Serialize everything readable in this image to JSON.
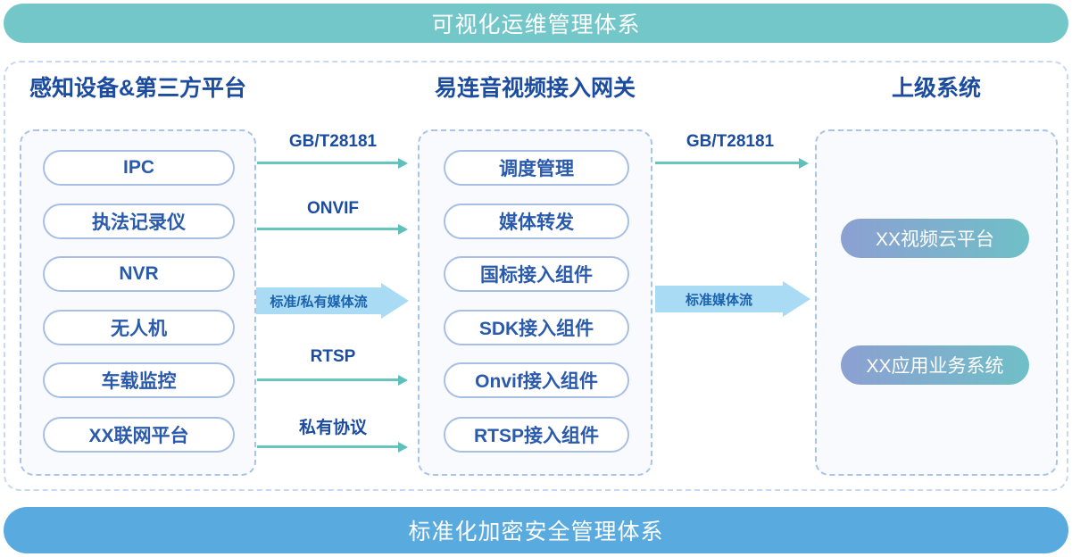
{
  "top_banner": {
    "label": "可视化运维管理体系"
  },
  "bottom_banner": {
    "label": "标准化加密安全管理体系"
  },
  "columns": {
    "devices": {
      "title": "感知设备&第三方平台",
      "items": [
        "IPC",
        "执法记录仪",
        "NVR",
        "无人机",
        "车载监控",
        "XX联网平台"
      ]
    },
    "gateway": {
      "title": "易连音视频接入网关",
      "items": [
        "调度管理",
        "媒体转发",
        "国标接入组件",
        "SDK接入组件",
        "Onvif接入组件",
        "RTSP接入组件"
      ]
    },
    "upstream": {
      "title": "上级系统",
      "items": [
        "XX视频云平台",
        "XX应用业务系统"
      ]
    }
  },
  "flows": {
    "left_to_gateway": [
      {
        "label": "GB/T28181",
        "style": "line"
      },
      {
        "label": "ONVIF",
        "style": "line"
      },
      {
        "label": "标准/私有媒体流",
        "style": "thick"
      },
      {
        "label": "RTSP",
        "style": "line"
      },
      {
        "label": "私有协议",
        "style": "line"
      }
    ],
    "gateway_to_upstream": [
      {
        "label": "GB/T28181",
        "style": "line"
      },
      {
        "label": "标准媒体流",
        "style": "thick"
      }
    ]
  },
  "colors": {
    "top_banner_bg": "#73C7C9",
    "bottom_banner_bg": "#58AADF",
    "header_text": "#1B4CA0",
    "pill_text": "#2A5AAC",
    "pill_border": "#A8BFE3",
    "box_border": "#A9C4E8",
    "box_bg": "#F8FAFD",
    "outer_border": "#C8D8F0",
    "arrow_teal": "#67C5C0",
    "thick_arrow_bg": "#A9DBF4",
    "thick_arrow_text": "#1B62AE",
    "gradient_pill_start": "#8CA0D2",
    "gradient_pill_end": "#6FBFC7"
  }
}
